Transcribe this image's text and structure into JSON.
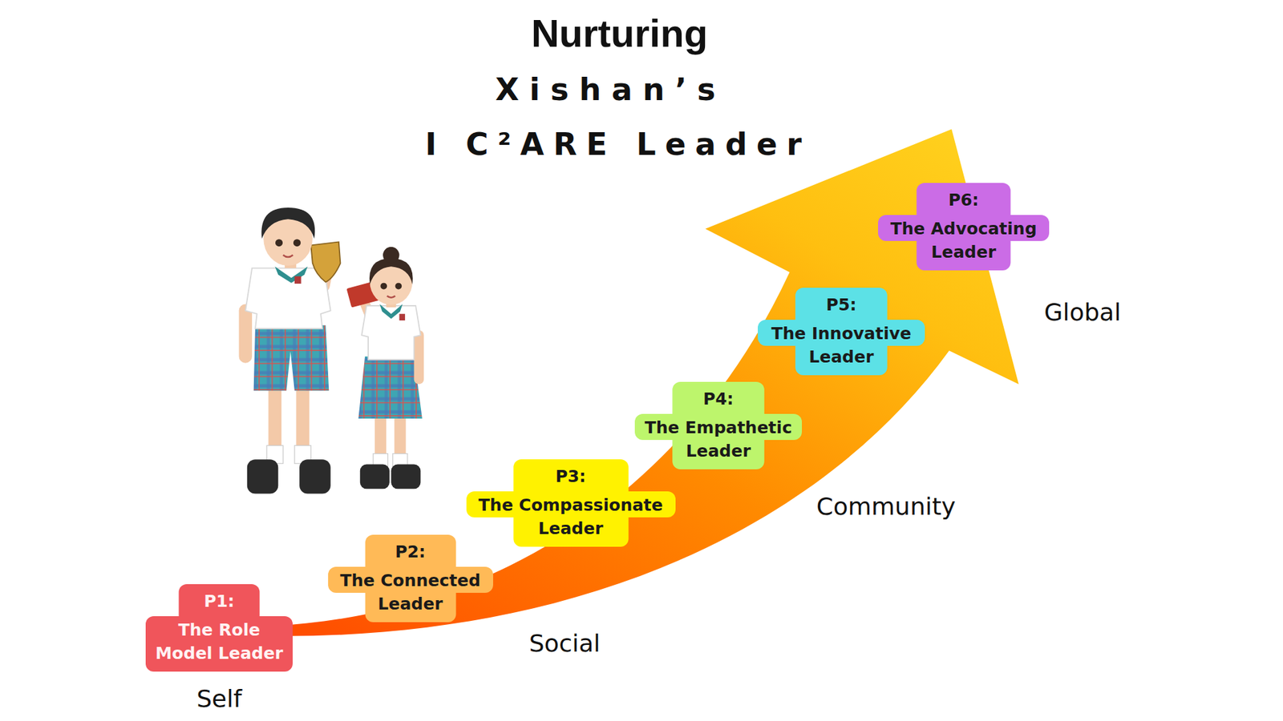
{
  "diagram": {
    "title": "Nurturing",
    "nodes": [
      {
        "text": [
          "P1:",
          "The Role Model Leader"
        ]
      },
      {
        "text": [
          "P2:",
          "The Connected Leader"
        ]
      },
      {
        "text": [
          "P3:",
          "The Compassionate Leader"
        ]
      },
      {
        "text": [
          "P4:",
          "The Empathetic Leader"
        ]
      },
      {
        "text": [
          "P5:",
          "The Innovative Leader"
        ]
      },
      {
        "text": [
          "P6:",
          "The Advocating Leader"
        ]
      }
    ],
    "labels": [
      "Xishan’s",
      "I C²ARE Leader",
      "Self",
      "Social",
      "Community",
      "Global"
    ]
  }
}
